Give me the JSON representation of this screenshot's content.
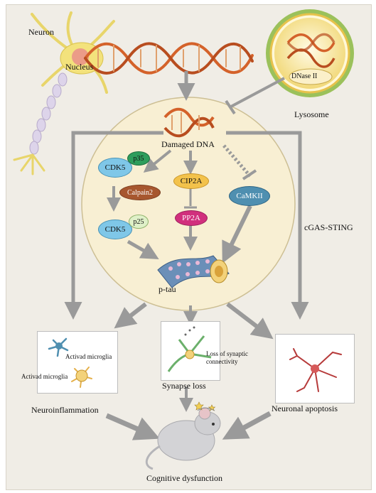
{
  "labels": {
    "neuron": "Neuron",
    "nucleus": "Nucleus",
    "dnase": "DNase II",
    "lysosome": "Lysosome",
    "damaged_dna": "Damaged DNA",
    "cdk5_top": "CDK5",
    "p35": "p35",
    "calpain2": "Calpain2",
    "cdk5_bottom": "CDK5",
    "p25": "p25",
    "cip2a": "CIP2A",
    "pp2a": "PP2A",
    "camkii": "CaMKII",
    "ptau": "p-tau",
    "cgas_sting": "cGAS-STING",
    "activated_microglia_1": "Activad microglia",
    "activated_microglia_2": "Activad microglia",
    "loss_synaptic_1": "Loss of synaptic",
    "loss_synaptic_2": "connectivity",
    "synapse_loss": "Synapse loss",
    "neuroinflammation": "Neuroinflammation",
    "neuronal_apoptosis": "Neuronal apoptosis",
    "cognitive_dysfunction": "Cognitive dysfunction"
  },
  "colors": {
    "arrow": "#9a9a9a",
    "circle_fill": "#f8efd3",
    "dna_orange": "#d4622a",
    "cdk5": "#7fc7e8",
    "p35": "#2e9d5c",
    "calpain": "#a7572f",
    "cip2a": "#f3c24b",
    "pp2a": "#d12f7d",
    "camkii": "#4f8fb0",
    "lysosome_ring": "#8ab548"
  }
}
